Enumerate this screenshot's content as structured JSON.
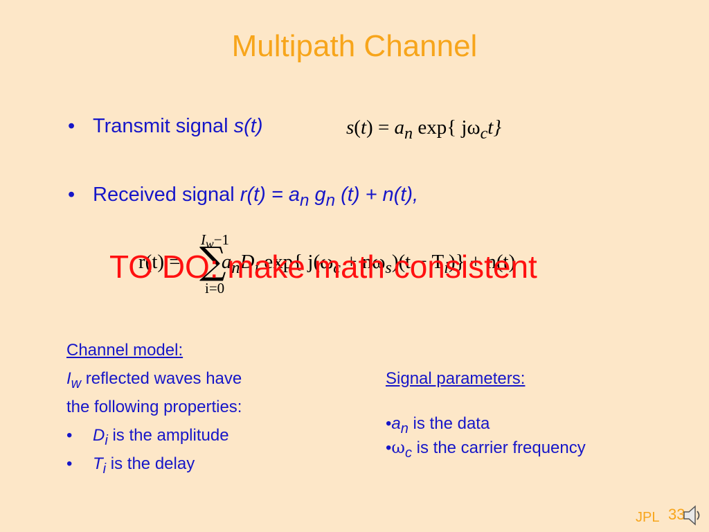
{
  "slide": {
    "title": "Multipath Channel",
    "bullet1": {
      "marker": "•",
      "text": "Transmit signal ",
      "var": "s(t)"
    },
    "equation1": {
      "lhs": "s(t) = ",
      "a": "a",
      "n": "n",
      "exp": " exp{ jω",
      "c": "c",
      "t": "t}"
    },
    "bullet2": {
      "marker": "•",
      "text": "Received signal ",
      "r": "r(t) = a",
      "n1": "n",
      "g": " g",
      "n2": "n",
      "rest": " (t) + n(t),"
    },
    "equation2": {
      "sum_top": "I",
      "sum_top_sub": "w",
      "sum_top_rest": "−1",
      "sum_symbol": "∑",
      "sum_bottom": "i=0",
      "lhs": "r(t) = ",
      "body": "a",
      "body_sub": "n",
      "d": "D",
      "d_sub": "i",
      "exp": " exp{ j(ω",
      "c_sub": "c",
      "mid": " + nω",
      "s_sub": "s",
      "mid2": ")(t − T",
      "t_sub": "i",
      "end": ")} + n(t)"
    },
    "todo_note": "TO DO: make math consistent",
    "channel_model": {
      "heading": "Channel model:",
      "line1_var": "I",
      "line1_sub": "w",
      "line1_rest": " reflected waves have",
      "line2": "the following properties:",
      "item1_var": "D",
      "item1_sub": "i",
      "item1_rest": " is the amplitude",
      "item2_var": "T",
      "item2_sub": "i",
      "item2_rest": " is the delay",
      "marker": "•"
    },
    "signal_params": {
      "heading": "Signal parameters:",
      "item1_var": "a",
      "item1_sub": "n",
      "item1_rest": " is the data",
      "item2_var": "ω",
      "item2_sub": "c",
      "item2_rest": " is the carrier frequency",
      "marker": "•"
    },
    "footer": {
      "org": "JPL",
      "page": "33"
    },
    "icons": {
      "speaker": "speaker-icon"
    },
    "colors": {
      "background": "#fde7c8",
      "title": "#f7a51b",
      "text": "#1616c8",
      "todo": "#ff1010"
    }
  }
}
